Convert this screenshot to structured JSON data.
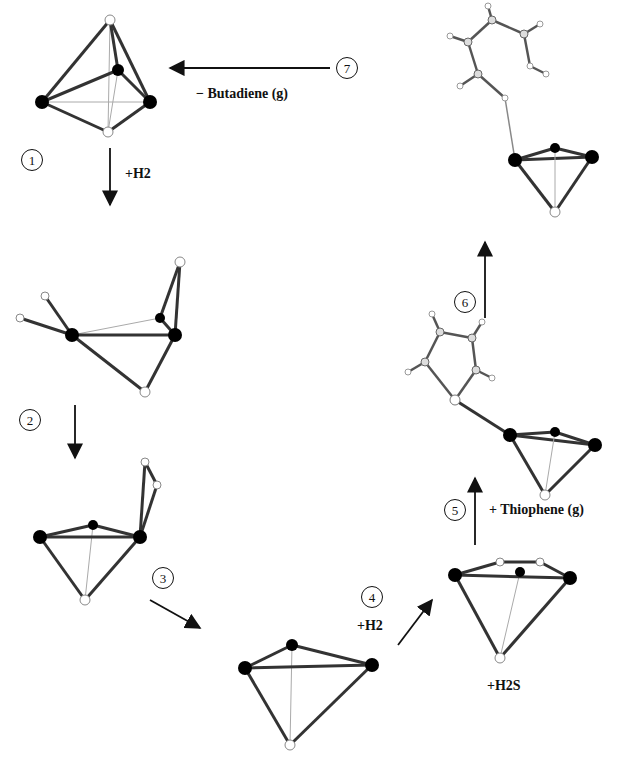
{
  "diagram": {
    "nodes": [
      {
        "text": [
          "1"
        ]
      },
      {
        "text": [
          "2"
        ]
      },
      {
        "text": [
          "3"
        ]
      },
      {
        "text": [
          "4"
        ]
      },
      {
        "text": [
          "5"
        ]
      },
      {
        "text": [
          "6"
        ]
      },
      {
        "text": [
          "7"
        ]
      }
    ],
    "labels": [
      "− Butadiene (g)",
      "+H2",
      "+H2",
      "+ Thiophene (g)",
      "+H2S"
    ]
  }
}
